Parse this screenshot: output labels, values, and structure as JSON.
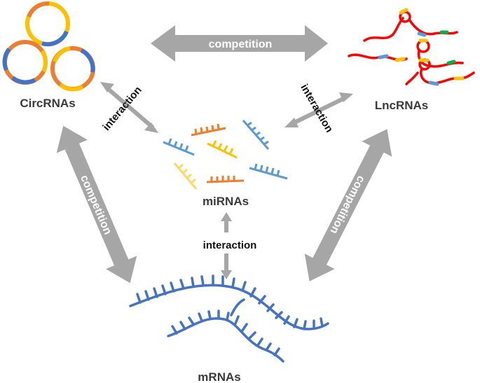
{
  "nodes": {
    "circ": "CircRNAs",
    "lnc": "LncRNAs",
    "mirna": "miRNAs",
    "mrna": "mRNAs"
  },
  "edges": {
    "top_competition": "competition",
    "left_competition": "competition",
    "right_competition": "competition",
    "circ_interaction": "interaction",
    "lnc_interaction": "interaction",
    "mrna_interaction": "interaction"
  },
  "colors": {
    "big_arrow": "#a6a6a6",
    "small_arrow": "#a6a6a6",
    "circ_orange": "#ed7d31",
    "circ_yellow": "#ffc000",
    "circ_blue": "#4472c4",
    "lnc_red": "#ff0000",
    "lnc_blue": "#5b9bd5",
    "lnc_yellow": "#ffc000",
    "lnc_green": "#00b050",
    "mirna_orange": "#ed7d31",
    "mirna_blue": "#5b9bd5",
    "mirna_yellow": "#ffc000",
    "mirna_lightyellow": "#ffd966",
    "mrna_blue": "#4472c4"
  }
}
